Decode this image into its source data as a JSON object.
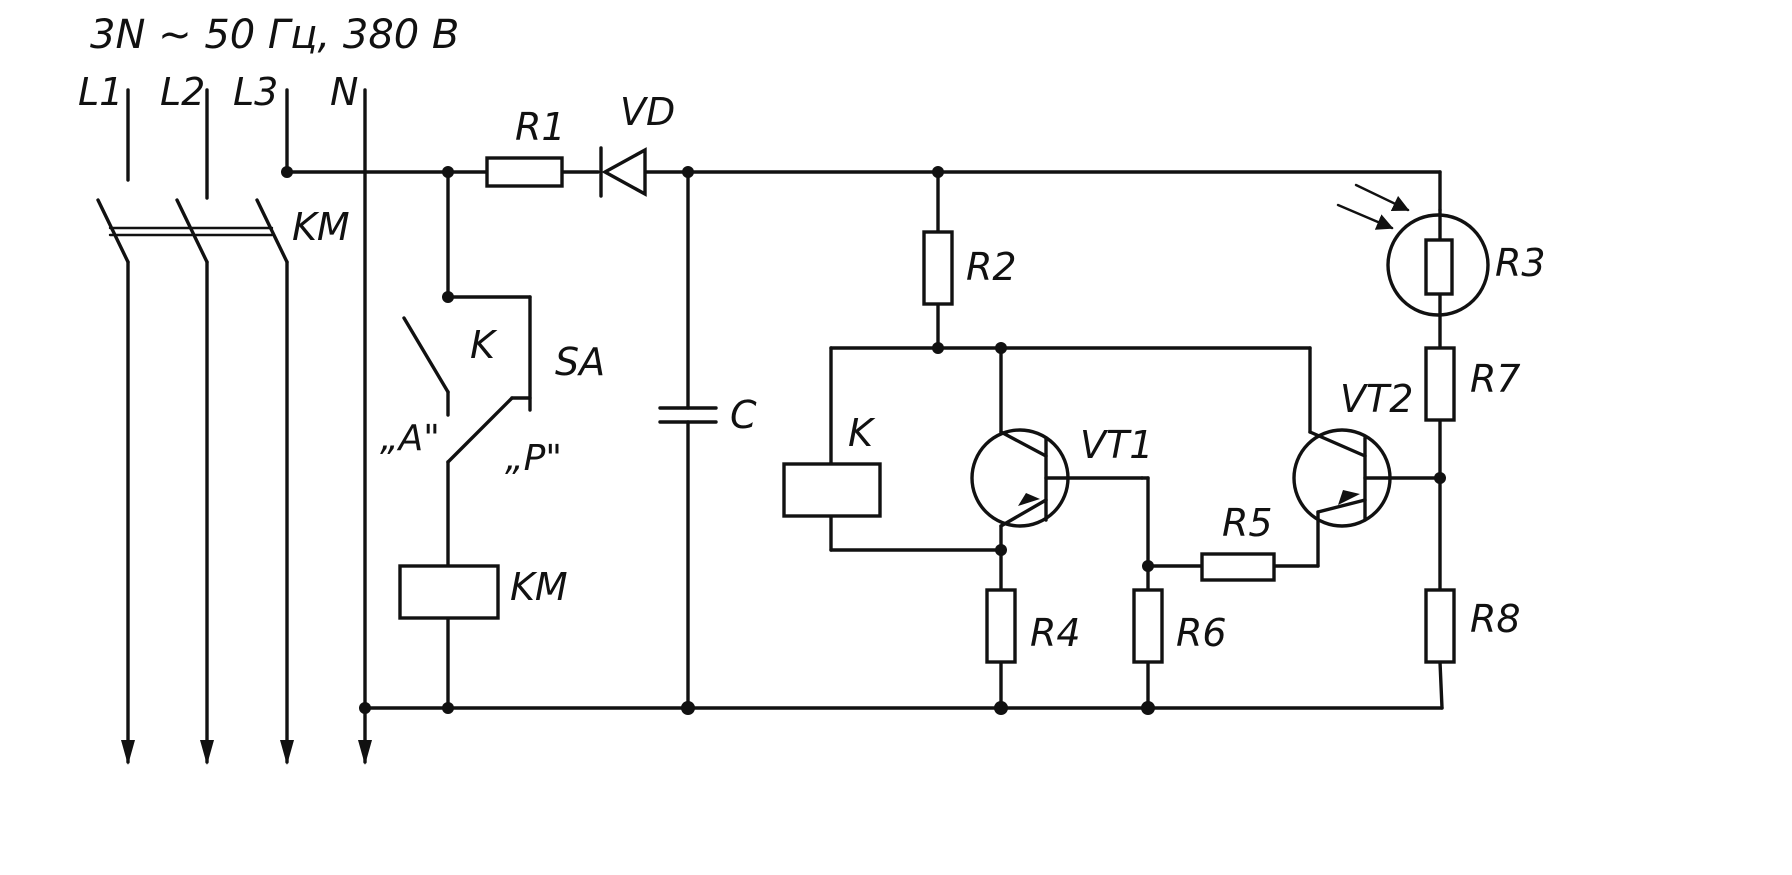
{
  "supply": {
    "header": "3N ~ 50 Гц, 380 В",
    "phases": [
      "L1",
      "L2",
      "L3",
      "N"
    ]
  },
  "contactor": {
    "main_contacts": "KM",
    "coil": "KM"
  },
  "relay": {
    "contact": "K",
    "coil": "K"
  },
  "switch": {
    "name": "SA",
    "pos_a": "„A\"",
    "pos_p": "„P\""
  },
  "resistors": {
    "r1": "R1",
    "r2": "R2",
    "r3": "R3",
    "r4": "R4",
    "r5": "R5",
    "r6": "R6",
    "r7": "R7",
    "r8": "R8"
  },
  "diode": "VD",
  "capacitor": "C",
  "transistors": {
    "vt1": "VT1",
    "vt2": "VT2"
  }
}
